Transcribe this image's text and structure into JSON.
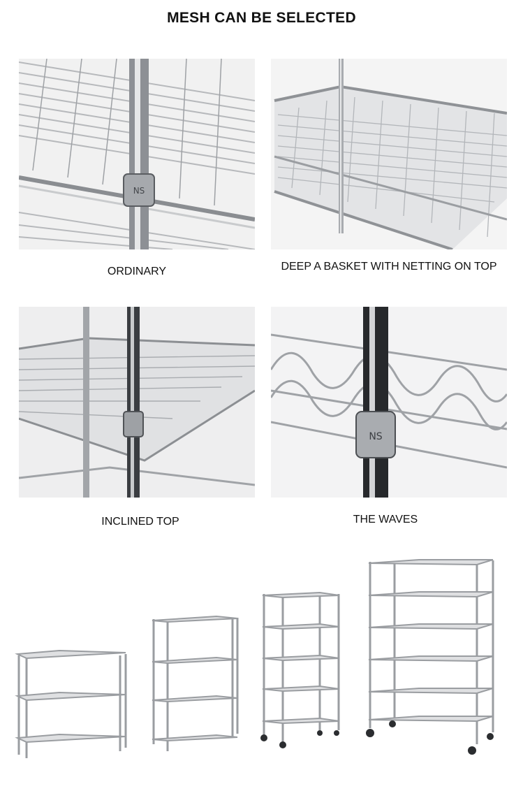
{
  "header": {
    "title": "MESH CAN BE SELECTED"
  },
  "panels": [
    {
      "label": "ORDINARY",
      "image": "ordinary-wire-shelf-photo"
    },
    {
      "label": "DEEP A BASKET WITH NETTING ON TOP",
      "image": "deep-basket-shelf-photo"
    },
    {
      "label": "INCLINED TOP",
      "image": "inclined-top-shelf-photo"
    },
    {
      "label": "THE WAVES",
      "image": "wave-wine-shelf-photo"
    }
  ],
  "racks": [
    {
      "image": "three-tier-rack",
      "tiers": 3,
      "casters": false
    },
    {
      "image": "four-tier-rack",
      "tiers": 4,
      "casters": false
    },
    {
      "image": "five-tier-rack-with-wheels",
      "tiers": 5,
      "casters": true
    },
    {
      "image": "six-tier-rack-with-wheels",
      "tiers": 6,
      "casters": true
    }
  ],
  "colors": {
    "chrome": "#b9bcc0",
    "chrome_dark": "#55595e",
    "background": "#f3f3f3"
  }
}
